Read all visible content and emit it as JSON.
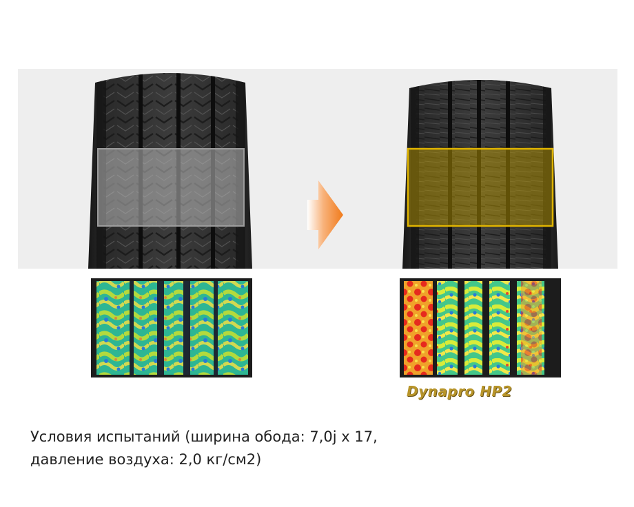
{
  "brand": {
    "product_name": "Dynapro HP2",
    "color": "#b8952a"
  },
  "caption": {
    "line1": "Условия испытаний (ширина обода: 7,0j x 17,",
    "line2": "давление воздуха: 2,0 кг/см2)"
  },
  "images": {
    "left_tire": "tire-photo-old-tread",
    "right_tire": "tire-photo-dynapro-hp2",
    "left_footprint": "pressure-distribution-map-old",
    "right_footprint": "pressure-distribution-map-dynapro-hp2",
    "arrow": "arrow-right-icon"
  },
  "colors": {
    "panel_background": "#eeeeee",
    "arrow": "#f07a1a",
    "highlight_box_left": "#9c9c9c",
    "highlight_box_right": "#e0b400"
  }
}
